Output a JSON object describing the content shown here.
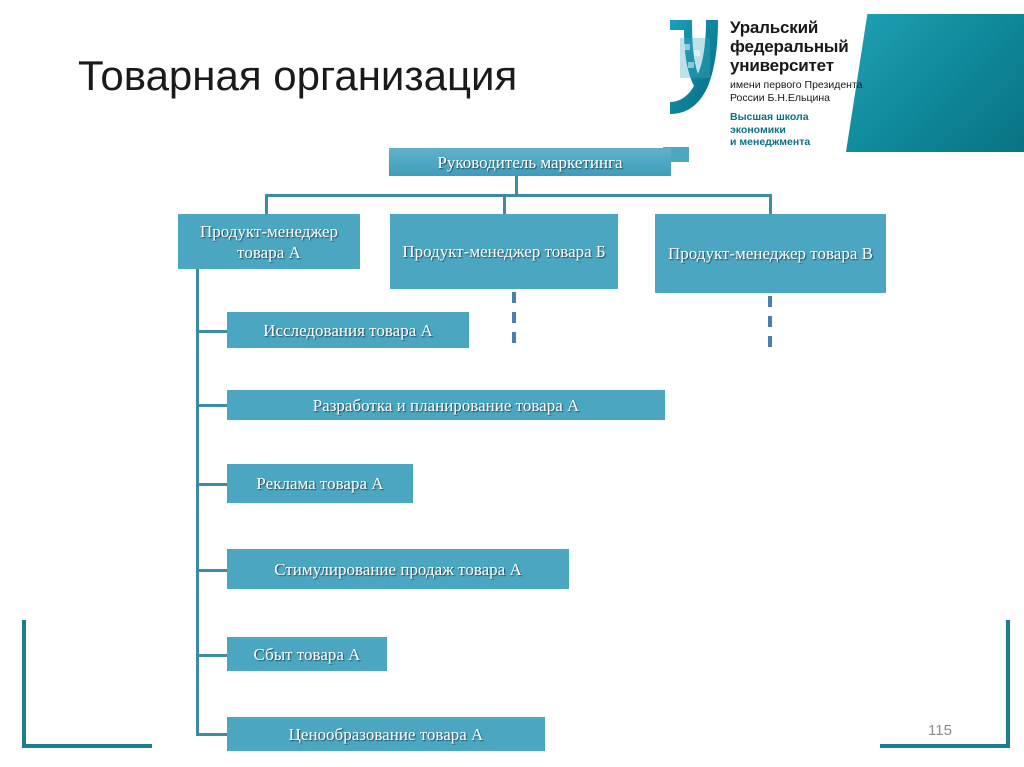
{
  "slide": {
    "title": "Товарная организация",
    "page_number": "115",
    "background_color": "#ffffff",
    "accent_color": "#4ba6c2",
    "connector_color": "#3d8ba3",
    "bracket_color": "#1b7f8e"
  },
  "logo": {
    "mark_name": "ural-federal-university-logo",
    "main_lines": [
      "Уральский",
      "федеральный",
      "университет"
    ],
    "sub_lines": [
      "имени первого Президента",
      "России Б.Н.Ельцина"
    ],
    "school_lines": [
      "Высшая школа",
      "экономики",
      "и менеджмента"
    ],
    "school_color": "#0e6f87"
  },
  "chart": {
    "type": "org-chart",
    "root": {
      "id": "root",
      "label": "Руководитель маркетинга"
    },
    "managers": [
      {
        "id": "pm-a",
        "label": "Продукт-менеджер товара А",
        "line1": "Продукт-менеджер",
        "line2": "товара А"
      },
      {
        "id": "pm-b",
        "label": "Продукт-менеджер товара Б",
        "line1": "Продукт-менеджер",
        "line2": "товара Б"
      },
      {
        "id": "pm-c",
        "label": "Продукт-менеджер товара В",
        "line1": "Продукт-менеджер",
        "line2": "товара В"
      }
    ],
    "functions_product_a": [
      {
        "id": "fn-research",
        "label": "Исследования товара А"
      },
      {
        "id": "fn-development",
        "label": "Разработка и планирование товара А"
      },
      {
        "id": "fn-advertising",
        "label": "Реклама товара А"
      },
      {
        "id": "fn-sales-promotion",
        "label": "Стимулирование продаж товара А"
      },
      {
        "id": "fn-distribution",
        "label": "Сбыт товара А"
      },
      {
        "id": "fn-pricing",
        "label": "Ценообразование товара А"
      }
    ],
    "dashed_branches": [
      {
        "id": "dash-b",
        "parent": "pm-b",
        "dashes": 3
      },
      {
        "id": "dash-c",
        "parent": "pm-c",
        "dashes": 3
      }
    ]
  }
}
